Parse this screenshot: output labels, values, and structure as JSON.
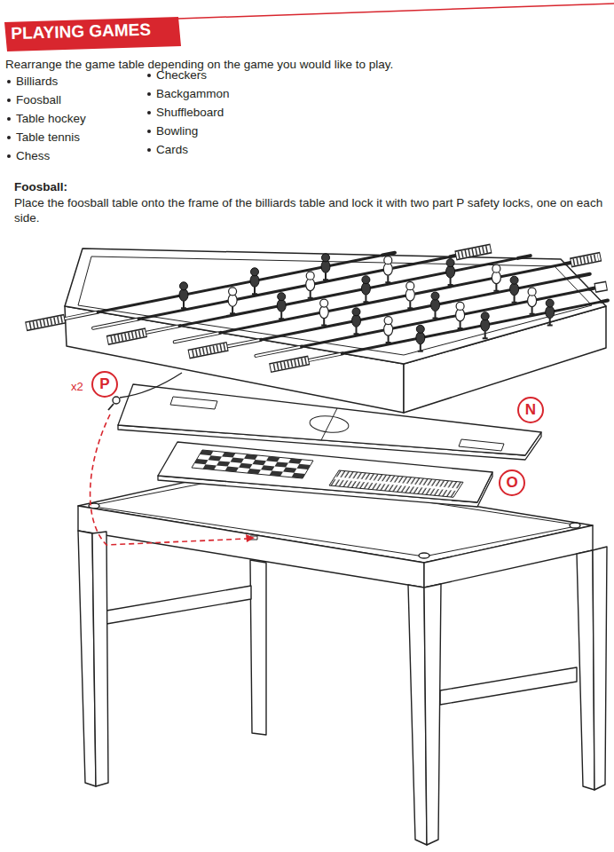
{
  "diagram": {
    "title": "PLAYING GAMES",
    "nodes": [
      {
        "text": [
          "P"
        ]
      },
      {
        "text": [
          "N"
        ]
      },
      {
        "text": [
          "O"
        ]
      }
    ],
    "labels": [
      "Rearrange the game table depending on the game you would like to play.",
      "Billiards",
      "Foosball",
      "Table hockey",
      "Table tennis",
      "Chess",
      "Checkers",
      "Backgammon",
      "Shuffleboard",
      "Bowling",
      "Cards",
      "Foosball:",
      "Place the foosball table onto the frame of the billiards table and lock it with two part P safety locks, one on each side.",
      "x2"
    ]
  }
}
